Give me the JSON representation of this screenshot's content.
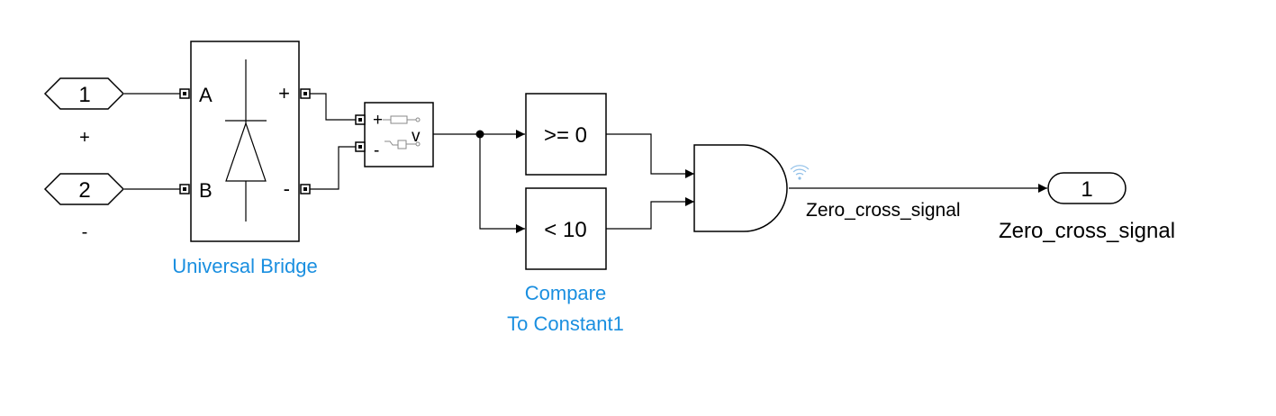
{
  "inports": [
    {
      "number": "1",
      "sign": "+"
    },
    {
      "number": "2",
      "sign": "-"
    }
  ],
  "universal_bridge": {
    "name": "Universal Bridge",
    "port_a": "A",
    "port_b": "B",
    "port_plus": "+",
    "port_minus": "-"
  },
  "voltage_measurement": {
    "plus": "+",
    "minus": "-",
    "output": "v"
  },
  "compare_block": {
    "name_line1": "Compare",
    "name_line2": "To Constant1",
    "upper_condition": ">= 0",
    "lower_condition": "< 10"
  },
  "signal": {
    "label": "Zero_cross_signal"
  },
  "outport": {
    "number": "1",
    "name": "Zero_cross_signal"
  },
  "colors": {
    "block_name": "#1a8fe0",
    "lines": "#000000",
    "wifi_icon": "#8fbfe8"
  }
}
